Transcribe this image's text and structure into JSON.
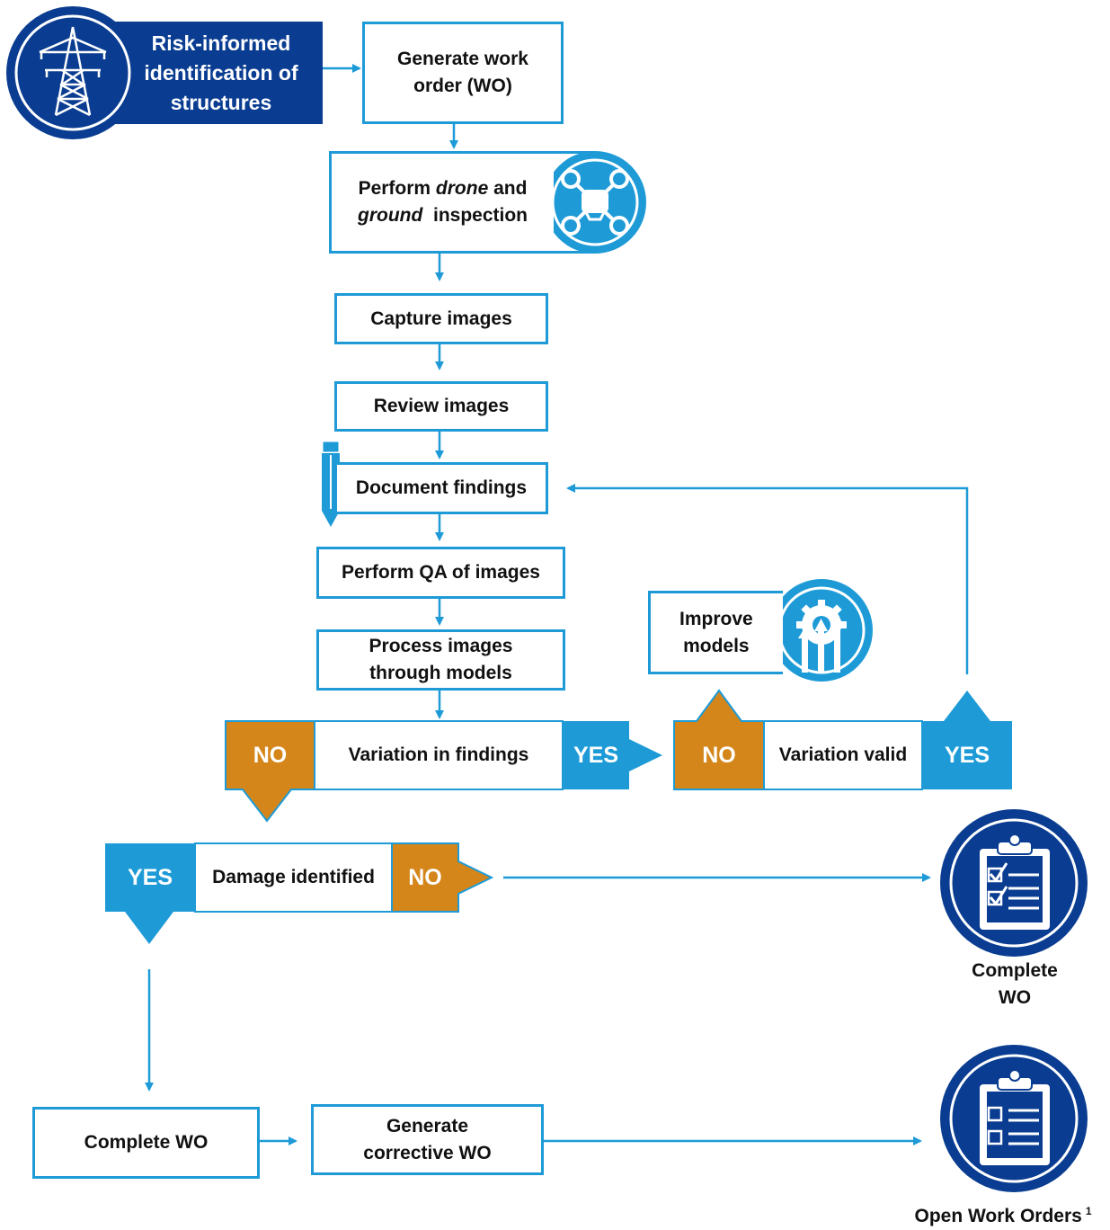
{
  "colors": {
    "accent_blue": "#1e9bd7",
    "navy": "#0a3d91",
    "orange": "#d4861a",
    "white": "#ffffff"
  },
  "start": {
    "label": "Risk-informed\nidentification of\nstructures",
    "icon": "transmission-tower-icon"
  },
  "steps": {
    "generate_wo": "Generate work\norder (WO)",
    "perform_inspection": {
      "part1": "Perform ",
      "em1": "drone",
      "part2": " and",
      "em2": "ground",
      "part3": "  inspection",
      "icon": "drone-icon"
    },
    "capture_images": "Capture images",
    "review_images": "Review images",
    "document_findings": {
      "label": "Document findings",
      "icon": "pencil-icon"
    },
    "perform_qa": "Perform QA of images",
    "process_images": "Process images\nthrough models",
    "improve_models": {
      "label": "Improve\nmodels",
      "icon": "gear-growth-icon"
    },
    "complete_wo_box": "Complete WO",
    "generate_corrective": "Generate\ncorrective WO"
  },
  "decisions": {
    "variation_findings": {
      "question": "Variation in findings",
      "no": "NO",
      "yes": "YES"
    },
    "variation_valid": {
      "question": "Variation valid",
      "no": "NO",
      "yes": "YES"
    },
    "damage_identified": {
      "question": "Damage identified",
      "yes": "YES",
      "no": "NO"
    }
  },
  "outcomes": {
    "complete_wo": {
      "label": "Complete\nWO",
      "icon": "clipboard-checked-icon"
    },
    "open_work_orders": {
      "label": "Open Work Orders",
      "footnote": "1",
      "icon": "clipboard-open-icon"
    }
  }
}
